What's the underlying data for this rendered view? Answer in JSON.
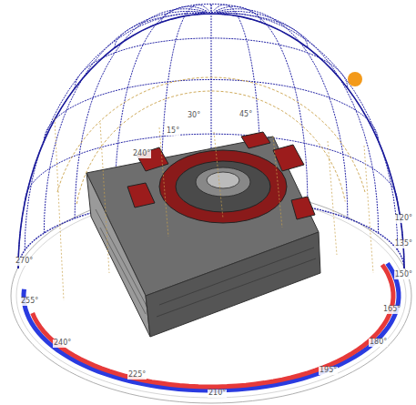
{
  "diagram": {
    "labels": [
      "120°",
      "135°",
      "150°",
      "165°",
      "180°",
      "195°",
      "210°",
      "225°",
      "240°",
      "255°",
      "270°",
      "240°",
      "30°",
      "45°",
      "15°"
    ]
  }
}
